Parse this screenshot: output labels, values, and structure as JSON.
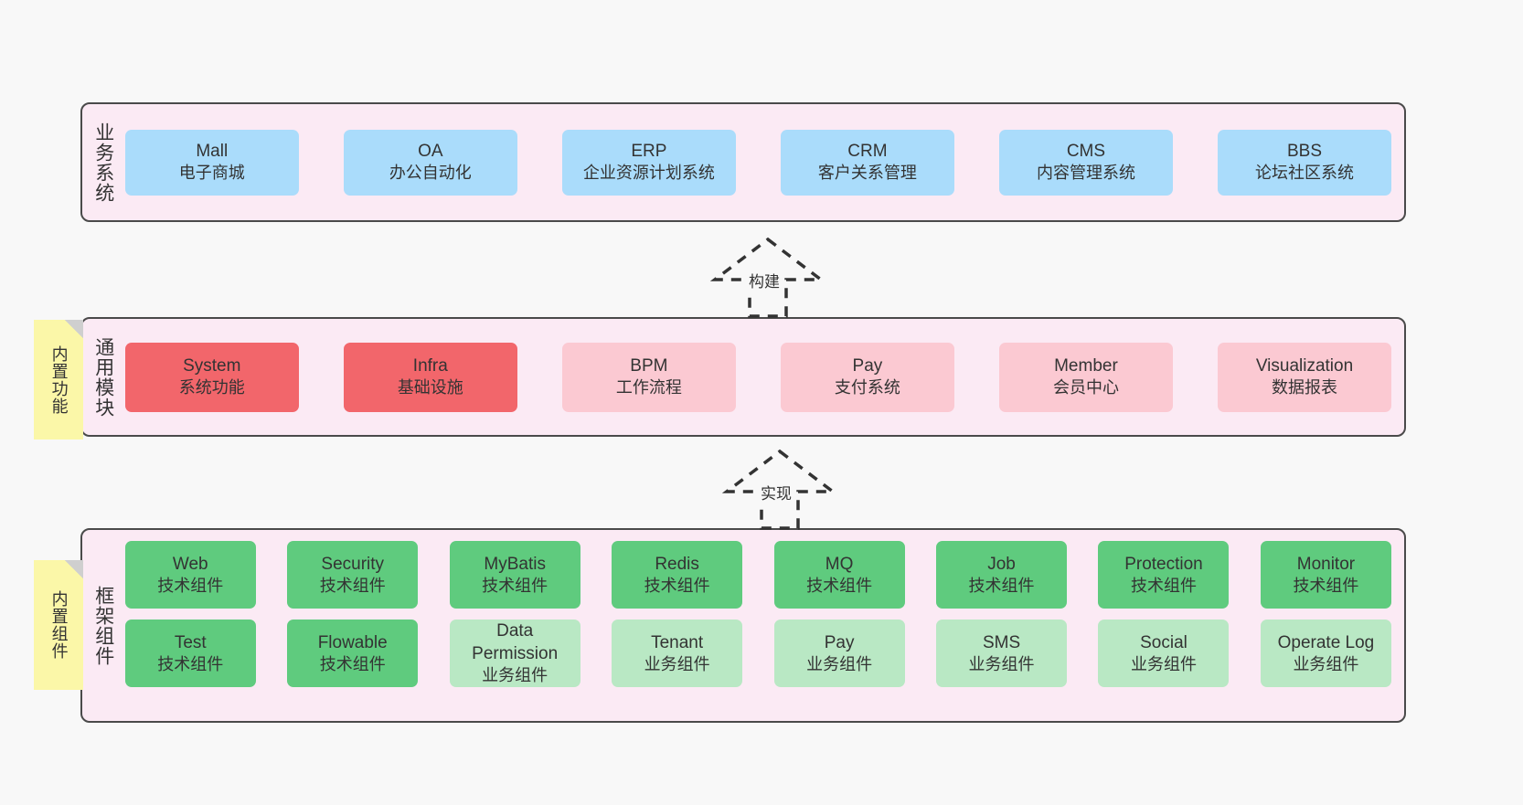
{
  "diagram": {
    "background_color": "#f8f8f8",
    "layer_fill_color": "#fbeaf4",
    "note_color": "#fbf7a8"
  },
  "layers": {
    "business": {
      "title": "业务系统",
      "cards": [
        {
          "en": "Mall",
          "cn": "电子商城"
        },
        {
          "en": "OA",
          "cn": "办公自动化"
        },
        {
          "en": "ERP",
          "cn": "企业资源计划系统"
        },
        {
          "en": "CRM",
          "cn": "客户关系管理"
        },
        {
          "en": "CMS",
          "cn": "内容管理系统"
        },
        {
          "en": "BBS",
          "cn": "论坛社区系统"
        }
      ]
    },
    "modules": {
      "title": "通用模块",
      "note": "内置功能",
      "cards": [
        {
          "en": "System",
          "cn": "系统功能"
        },
        {
          "en": "Infra",
          "cn": "基础设施"
        },
        {
          "en": "BPM",
          "cn": "工作流程"
        },
        {
          "en": "Pay",
          "cn": "支付系统"
        },
        {
          "en": "Member",
          "cn": "会员中心"
        },
        {
          "en": "Visualization",
          "cn": "数据报表"
        }
      ]
    },
    "framework": {
      "title": "框架组件",
      "note": "内置组件",
      "row_one": [
        {
          "en": "Web",
          "cn": "技术组件"
        },
        {
          "en": "Security",
          "cn": "技术组件"
        },
        {
          "en": "MyBatis",
          "cn": "技术组件"
        },
        {
          "en": "Redis",
          "cn": "技术组件"
        },
        {
          "en": "MQ",
          "cn": "技术组件"
        },
        {
          "en": "Job",
          "cn": "技术组件"
        },
        {
          "en": "Protection",
          "cn": "技术组件"
        },
        {
          "en": "Monitor",
          "cn": "技术组件"
        }
      ],
      "row_two": [
        {
          "en": "Test",
          "cn": "技术组件"
        },
        {
          "en": "Flowable",
          "cn": "技术组件"
        },
        {
          "en": "Data Permission",
          "cn": "业务组件"
        },
        {
          "en": "Tenant",
          "cn": "业务组件"
        },
        {
          "en": "Pay",
          "cn": "业务组件"
        },
        {
          "en": "SMS",
          "cn": "业务组件"
        },
        {
          "en": "Social",
          "cn": "业务组件"
        },
        {
          "en": "Operate Log",
          "cn": "业务组件"
        }
      ]
    }
  },
  "connectors": {
    "build": "构建",
    "implement": "实现"
  }
}
